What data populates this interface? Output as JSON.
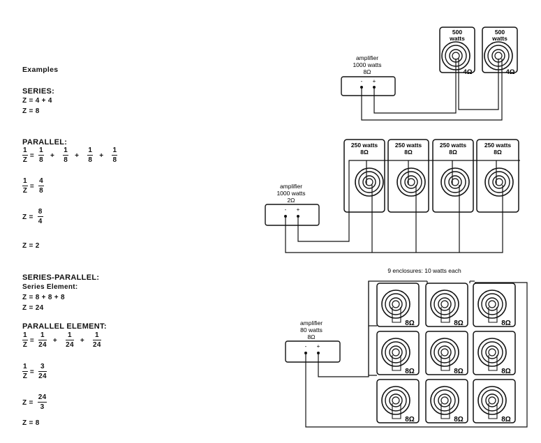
{
  "left": {
    "title": "Examples",
    "series": {
      "heading": "SERIES:",
      "eq1": "Z = 4 + 4",
      "eq2": "Z = 8"
    },
    "parallel": {
      "heading": "PARALLEL:",
      "one": "1",
      "Z": "Z",
      "eight": "8",
      "plus": "+",
      "eq": "=",
      "four": "4",
      "z_eq": "Z =",
      "result": "Z = 2"
    },
    "series_parallel": {
      "heading": "SERIES-PARALLEL:",
      "series_element": "Series Element:",
      "se_eq1": "Z = 8 + 8 + 8",
      "se_eq2": "Z = 24",
      "parallel_element": "PARALLEL ELEMENT:",
      "one": "1",
      "Z": "Z",
      "twentyfour": "24",
      "plus": "+",
      "eq": "=",
      "three": "3",
      "z_eq": "Z =",
      "result": "Z = 8"
    }
  },
  "diagram1": {
    "amp": {
      "line1": "amplifier",
      "line2": "1000 watts",
      "line3": "8Ω",
      "minus": "-",
      "plus": "+"
    },
    "speakers": [
      {
        "watts": "500",
        "unit": "watts",
        "ohm": "4Ω"
      },
      {
        "watts": "500",
        "unit": "watts",
        "ohm": "4Ω"
      }
    ]
  },
  "diagram2": {
    "amp": {
      "line1": "amplifier",
      "line2": "1000 watts",
      "line3": "2Ω",
      "minus": "-",
      "plus": "+"
    },
    "speakers": [
      {
        "watts": "250 watts",
        "ohm": "8Ω"
      },
      {
        "watts": "250 watts",
        "ohm": "8Ω"
      },
      {
        "watts": "250 watts",
        "ohm": "8Ω"
      },
      {
        "watts": "250 watts",
        "ohm": "8Ω"
      }
    ]
  },
  "diagram3": {
    "caption": "9 enclosures: 10 watts each",
    "amp": {
      "line1": "amplifier",
      "line2": "80 watts",
      "line3": "8Ω",
      "minus": "-",
      "plus": "+"
    },
    "ohm": "8Ω"
  }
}
